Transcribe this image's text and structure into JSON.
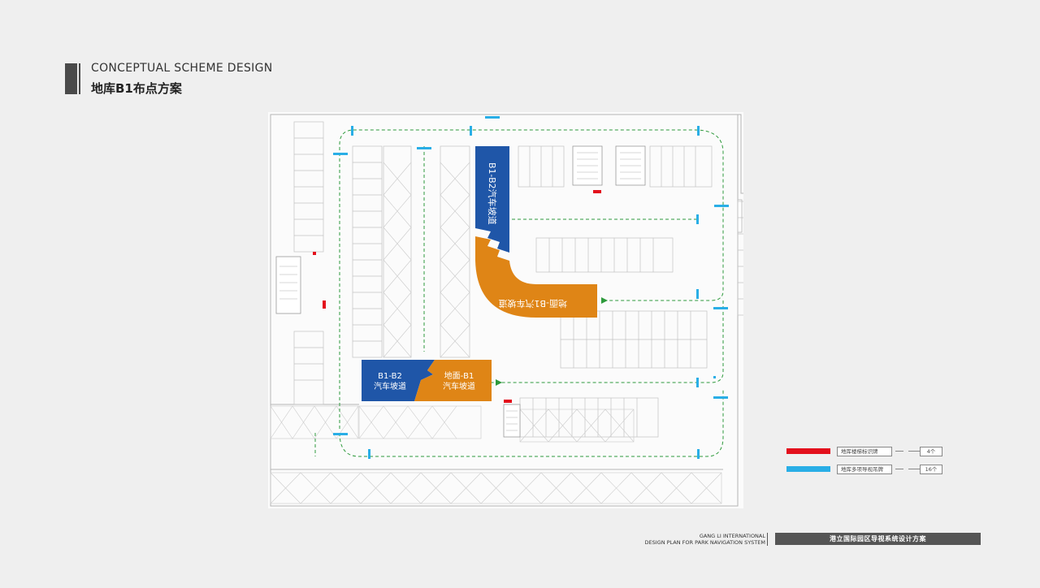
{
  "header": {
    "title_en": "CONCEPTUAL SCHEME DESIGN",
    "title_cn": "地库B1布点方案"
  },
  "ramps": {
    "b1_b2_vertical": "B1-B2汽车坡道",
    "ground_b1_curve": "地面-B1汽车坡道",
    "b1_b2_bottom_line1": "B1-B2",
    "b1_b2_bottom_line2": "汽车坡道",
    "ground_b1_bottom_line1": "地面-B1",
    "ground_b1_bottom_line2": "汽车坡道"
  },
  "legend": [
    {
      "label": "地库楼梯标识牌",
      "count": "4个",
      "color": "#e3101c"
    },
    {
      "label": "地库多项导视吊牌",
      "count": "16个",
      "color": "#29aee6"
    }
  ],
  "footer": {
    "en_line1": "GANG LI INTERNATIONAL",
    "en_line2": "DESIGN PLAN FOR PARK NAVIGATION SYSTEM",
    "cn": "港立国际园区导视系统设计方案"
  },
  "colors": {
    "ramp_blue": "#1f56a8",
    "ramp_orange": "#df8516",
    "route_green": "#2e9a3c",
    "sign_blue": "#29aee6",
    "sign_red": "#e3101c",
    "plan_line": "#b5b5b5"
  }
}
